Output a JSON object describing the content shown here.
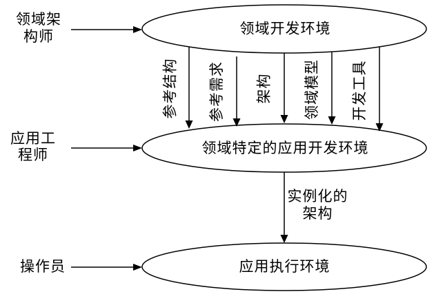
{
  "diagram": {
    "colors": {
      "background": "#ffffff",
      "stroke": "#000000",
      "text": "#000000"
    },
    "actors": [
      {
        "lines": [
          "领域架",
          "构师"
        ],
        "arrow_to": "领域开发环境"
      },
      {
        "lines": [
          "应用工",
          "程师"
        ],
        "arrow_to": "领域特定的应用开发环境"
      },
      {
        "lines": [
          "操作员"
        ],
        "arrow_to": "应用执行环境"
      }
    ],
    "environments": [
      {
        "label": "领域开发环境"
      },
      {
        "label": "领域特定的应用开发环境"
      },
      {
        "label": "应用执行环境"
      }
    ],
    "artifact_edges": [
      {
        "label": "参考结构",
        "from": "领域开发环境",
        "to": "领域特定的应用开发环境"
      },
      {
        "label": "参考需求",
        "from": "领域开发环境",
        "to": "领域特定的应用开发环境"
      },
      {
        "label": "架构",
        "from": "领域开发环境",
        "to": "领域特定的应用开发环境"
      },
      {
        "label": "领域模型",
        "from": "领域开发环境",
        "to": "领域特定的应用开发环境"
      },
      {
        "label": "开发工具",
        "from": "领域开发环境",
        "to": "领域特定的应用开发环境"
      }
    ],
    "instantiation_edge": {
      "lines": [
        "实例化的",
        "架构"
      ],
      "from": "领域特定的应用开发环境",
      "to": "应用执行环境"
    }
  }
}
